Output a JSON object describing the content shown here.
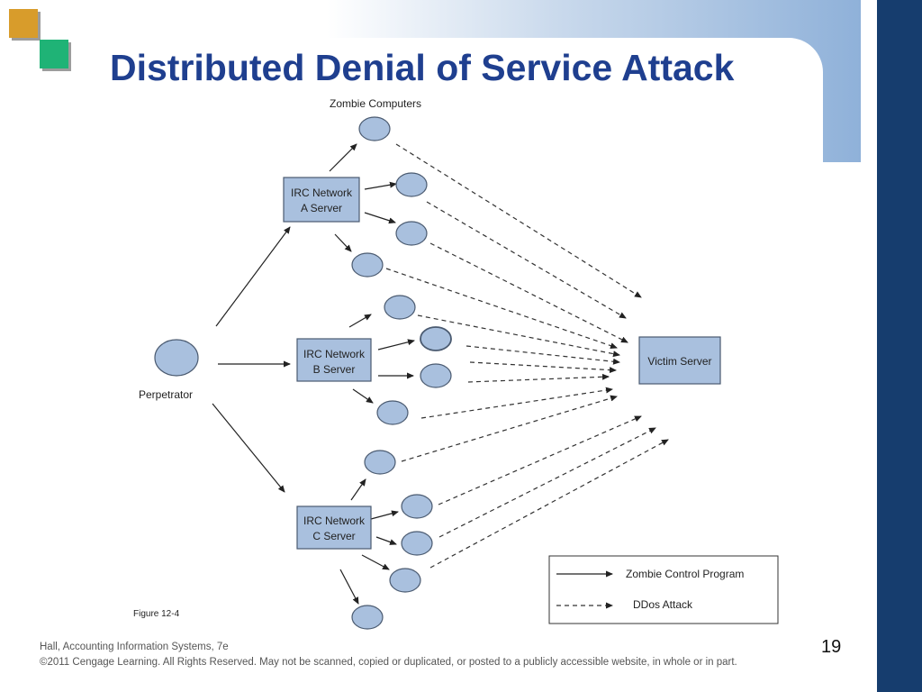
{
  "slide": {
    "title": "Distributed Denial of Service Attack",
    "slide_number": "19",
    "footer_line1": "Hall, Accounting Information Systems, 7e",
    "footer_line2": "©2011 Cengage Learning. All Rights Reserved. May not be scanned, copied or duplicated, or posted to a publicly accessible website, in whole or in part."
  },
  "diagram": {
    "zombie_group_label": "Zombie Computers",
    "perpetrator_label": "Perpetrator",
    "irc_a": [
      "IRC Network",
      "A Server"
    ],
    "irc_b": [
      "IRC Network",
      "B Server"
    ],
    "irc_c": [
      "IRC Network",
      "C Server"
    ],
    "victim_label": "Victim Server",
    "figure_label": "Figure 12-4",
    "legend": {
      "solid_label": "Zombie Control Program",
      "dashed_label": "DDos Attack"
    }
  },
  "colors": {
    "title": "#1f3f8f",
    "node_fill": "#a9c0de",
    "node_stroke": "#4a5a70",
    "right_bar": "#163d6e",
    "accent_orange": "#d89c2b",
    "accent_green": "#1fb376"
  }
}
